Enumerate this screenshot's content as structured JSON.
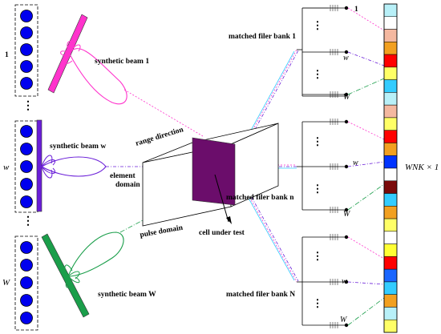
{
  "array": {
    "groups": [
      {
        "label": "1"
      },
      {
        "label": "w"
      },
      {
        "label": "W"
      }
    ]
  },
  "beams": [
    {
      "label": "synthetic beam 1",
      "color": "#ff33cc"
    },
    {
      "label": "synthetic beam w",
      "color": "#6a1ed8"
    },
    {
      "label": "synthetic beam W",
      "color": "#1a9e4a"
    }
  ],
  "cube": {
    "range_label": "range direction",
    "element_label_1": "element",
    "element_label_2": "domain",
    "pulse_label": "pulse domain",
    "cell_label": "cell under test",
    "cell_color": "#6b0d6b"
  },
  "filter_banks": [
    {
      "label": "matched filer bank 1",
      "taps": [
        "1",
        "w",
        "W"
      ]
    },
    {
      "label": "matched filer bank n",
      "taps": [
        "",
        "w",
        "W"
      ]
    },
    {
      "label": "matched filer bank N",
      "taps": [
        "",
        "w",
        "W"
      ]
    }
  ],
  "dots_glyph": "⋮",
  "vector_label": "WNK × 1",
  "vector_colors": [
    "#b8f0f8",
    "#ffffff",
    "#f4b8a0",
    "#f2a020",
    "#ff0000",
    "#ffff66",
    "#33ccff",
    "#b8f0f8",
    "#f4b8a0",
    "#ffff66",
    "#ff0000",
    "#f2a020",
    "#0033ff",
    "#ffffff",
    "#7a0a0a",
    "#33ccff",
    "#f2a020",
    "#ffff66",
    "#ffffff",
    "#ffff33",
    "#ff0000",
    "#1a66ff",
    "#33ccff",
    "#f2a020",
    "#b8f0f8",
    "#ffff66"
  ]
}
